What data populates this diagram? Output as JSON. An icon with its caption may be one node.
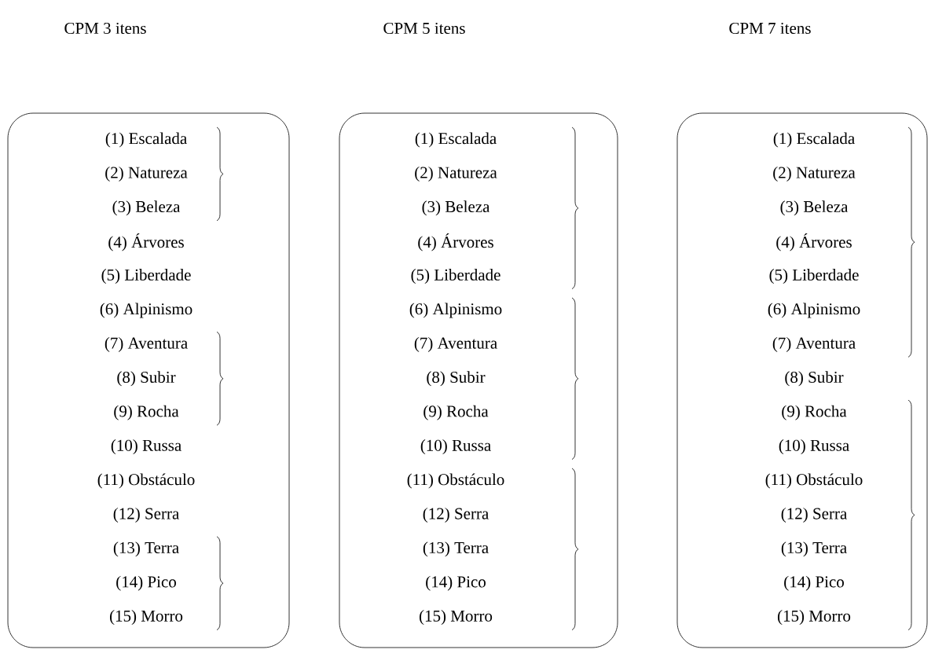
{
  "diagram": {
    "nodes": [
      {
        "text": [
          "CPM 3 itens",
          "(1) Escalada",
          "(2) Natureza",
          "(3) Beleza",
          "(4) Árvores",
          "(5) Liberdade",
          "(6) Alpinismo",
          "(7) Aventura",
          "(8) Subir",
          "(9) Rocha",
          "(10) Russa",
          "(11) Obstáculo",
          "(12) Serra",
          "(13) Terra",
          "(14) Pico",
          "(15) Morro"
        ]
      },
      {
        "text": [
          "CPM  5 itens",
          "(1) Escalada",
          "(2) Natureza",
          "(3) Beleza",
          "(4) Árvores",
          "(5) Liberdade",
          "(6) Alpinismo",
          "(7) Aventura",
          "(8) Subir",
          "(9) Rocha",
          "(10) Russa",
          "(11) Obstáculo",
          "(12) Serra",
          "(13) Terra",
          "(14) Pico",
          "(15) Morro"
        ]
      },
      {
        "text": [
          "CPM  7 itens",
          "(1) Escalada",
          "(2) Natureza",
          "(3) Beleza",
          "(4) Árvores",
          "(5) Liberdade",
          "(6) Alpinismo",
          "(7) Aventura",
          "(8) Subir",
          "(9) Rocha",
          "(10) Russa",
          "(11) Obstáculo",
          "(12) Serra",
          "(13) Terra",
          "(14) Pico",
          "(15) Morro"
        ]
      }
    ]
  }
}
